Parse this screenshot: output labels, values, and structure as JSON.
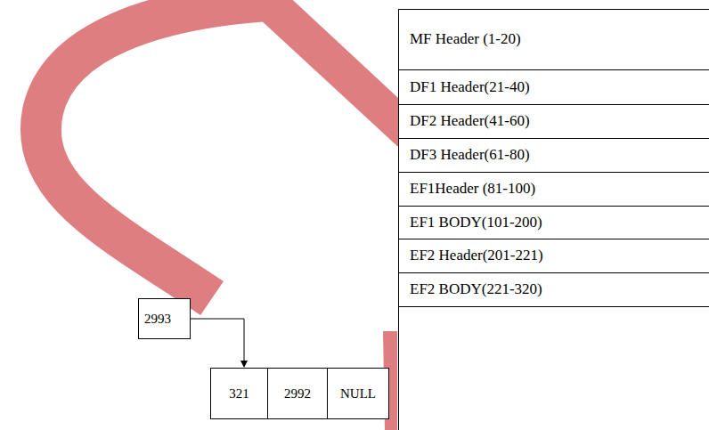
{
  "diagram": {
    "nodes": [
      {
        "text": [
          "MF Header (1-20)"
        ]
      },
      {
        "text": [
          "DF1 Header(21-40)"
        ]
      },
      {
        "text": [
          "DF2 Header(41-60)"
        ]
      },
      {
        "text": [
          "DF3 Header(61-80)"
        ]
      },
      {
        "text": [
          "EF1Header (81-100)"
        ]
      },
      {
        "text": [
          "EF1 BODY(101-200)"
        ]
      },
      {
        "text": [
          "EF2 Header(201-221)"
        ]
      },
      {
        "text": [
          "EF2 BODY(221-320)"
        ]
      },
      {
        "text": [
          "2993"
        ]
      },
      {
        "text": [
          "321"
        ]
      },
      {
        "text": [
          "2992"
        ]
      },
      {
        "text": [
          "NULL"
        ]
      }
    ],
    "edges": [
      {
        "from": 8,
        "to": 9,
        "arrow": "to"
      }
    ]
  }
}
